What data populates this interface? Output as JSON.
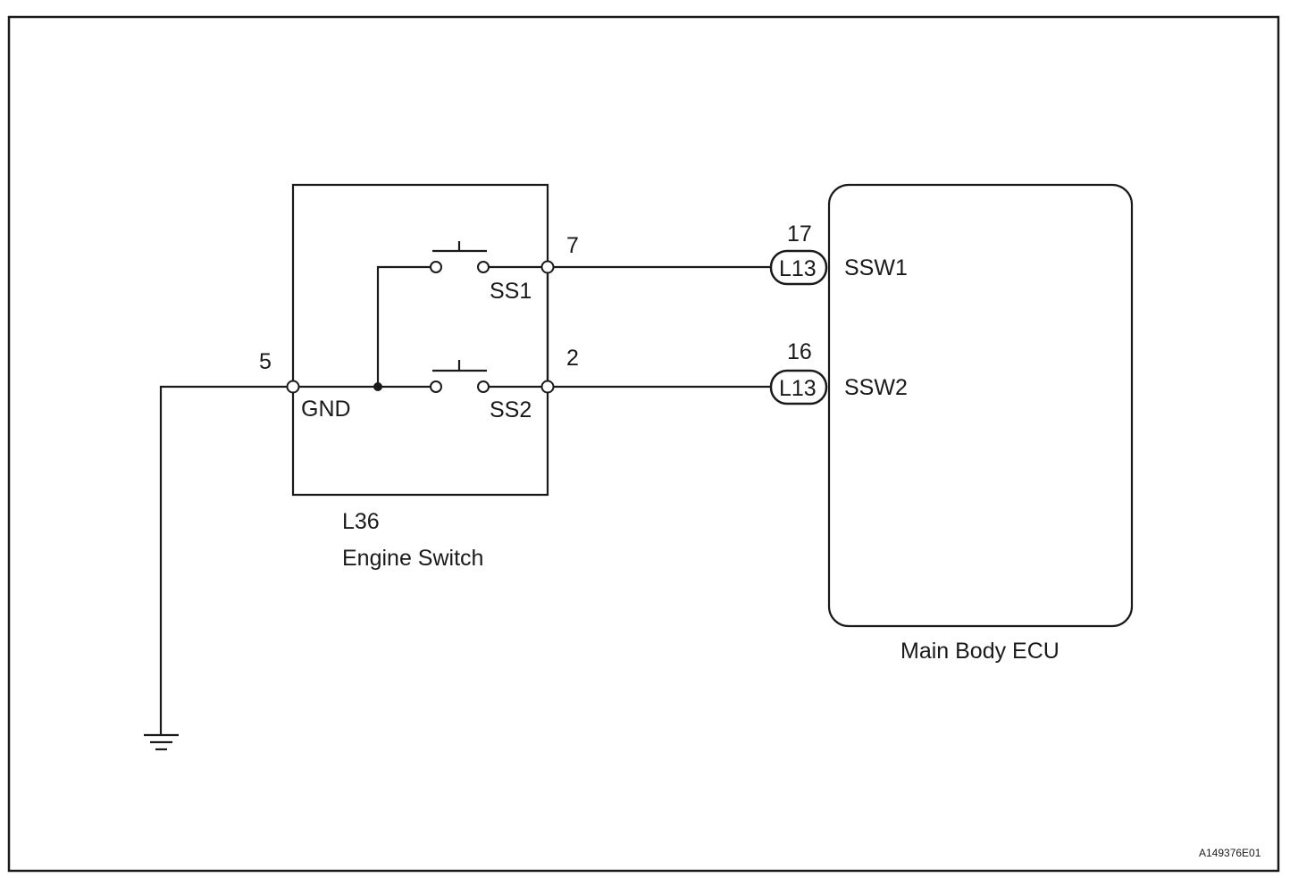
{
  "diagram": {
    "code": "A149376E01",
    "engine_switch": {
      "connector": "L36",
      "name": "Engine Switch",
      "gnd_label": "GND",
      "gnd_pin": "5",
      "ss1_label": "SS1",
      "ss1_pin": "7",
      "ss2_label": "SS2",
      "ss2_pin": "2"
    },
    "ecu": {
      "name": "Main Body ECU",
      "ssw1": {
        "label": "SSW1",
        "pin": "17",
        "connector": "L13"
      },
      "ssw2": {
        "label": "SSW2",
        "pin": "16",
        "connector": "L13"
      }
    }
  }
}
